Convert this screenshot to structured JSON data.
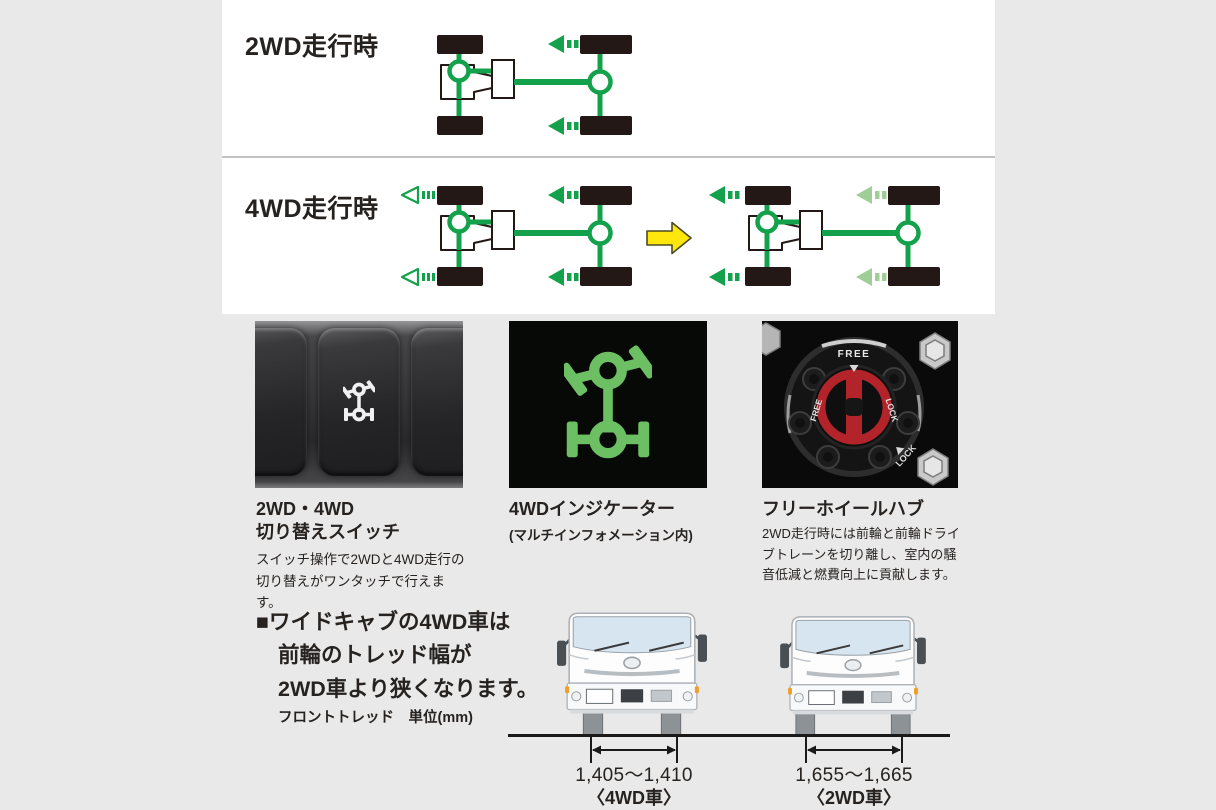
{
  "drive_modes": {
    "two_wd": {
      "label": "2WD走行時"
    },
    "four_wd": {
      "label": "4WD走行時"
    }
  },
  "features": {
    "switch": {
      "title_line1": "2WD・4WD",
      "title_line2": "切り替えスイッチ",
      "description": "スイッチ操作で2WDと4WD走行の切り替えがワンタッチで行えます。"
    },
    "indicator": {
      "title": "4WDインジケーター",
      "subtitle": "(マルチインフォメーション内)"
    },
    "hub": {
      "title": "フリーホイールハブ",
      "description": "2WD走行時には前輪と前輪ドライブトレーンを切り離し、室内の騒音低減と燃費向上に貢献します。",
      "dial_free": "FREE",
      "dial_lock": "LOCK"
    }
  },
  "tread_note": {
    "line1": "■ワイドキャブの4WD車は",
    "line2": "前輪のトレッド幅が",
    "line3": "2WD車より狭くなります。",
    "caption": "フロントトレッド　単位(mm)"
  },
  "tread_figures": {
    "four_wd": {
      "value": "1,405〜1,410",
      "label": "〈4WD車〉"
    },
    "two_wd": {
      "value": "1,655〜1,665",
      "label": "〈2WD車〉"
    }
  },
  "colors": {
    "drivetrain_green": "#13a24b",
    "faded_green": "#9fce97",
    "indicator_green": "#6cbf63",
    "highlight_yellow": "#ffe60d",
    "hub_dial_red": "#b3242a",
    "tire_black": "#231815",
    "page_bg": "#e9e9e9"
  }
}
